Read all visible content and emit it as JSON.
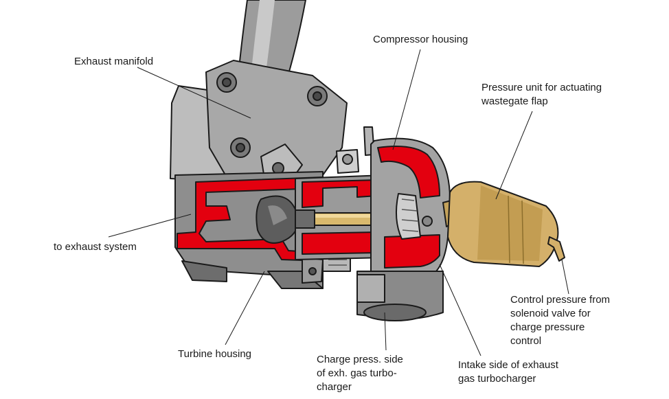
{
  "labels": {
    "exhaust_manifold": "Exhaust manifold",
    "compressor_housing": "Compressor housing",
    "pressure_unit": "Pressure unit for actuating\nwastegate flap",
    "exhaust_system": "to exhaust system",
    "turbine_housing": "Turbine housing",
    "charge_side": "Charge press. side\nof exh. gas turbo-\ncharger",
    "intake_side": "Intake side of exhaust\ngas turbocharger",
    "control_pressure": "Control pressure from\nsolenoid valve for\ncharge pressure\ncontrol"
  },
  "colors": {
    "section_red": "#e3000f",
    "housing_grey": "#a3a3a3",
    "dark_grey": "#6d6d6d",
    "light_grey": "#c8c8c8",
    "actuator_gold": "#d4b06a",
    "outline": "#1a1a1a"
  }
}
